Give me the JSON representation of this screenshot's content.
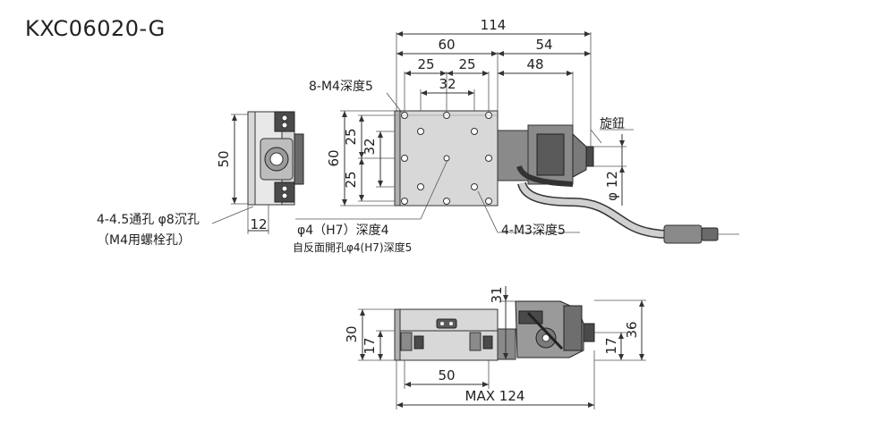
{
  "title": "KXC06020-G",
  "dims": {
    "total_width": "114",
    "w60": "60",
    "w54": "54",
    "w25a": "25",
    "w25b": "25",
    "w48": "48",
    "w32": "32",
    "h60": "60",
    "h25a": "25",
    "h32": "32",
    "h25b": "25",
    "side_h50": "50",
    "side_w12": "12",
    "phi12": "φ 12",
    "front_h30": "30",
    "front_h17a": "17",
    "front_h31": "31",
    "front_h36": "36",
    "front_h17b": "17",
    "front_w50": "50",
    "max124": "MAX 124"
  },
  "notes": {
    "tapped_holes": "8-M4深度5",
    "knob": "旋鈕",
    "counterbore": "4-4.5通孔 φ8沉孔",
    "bolt": "（M4用螺栓孔）",
    "pin_hole": "φ4（H7）深度4",
    "back_pin_hole": "自反面開孔φ4(H7)深度5",
    "m3_holes": "4-M3深度5"
  }
}
